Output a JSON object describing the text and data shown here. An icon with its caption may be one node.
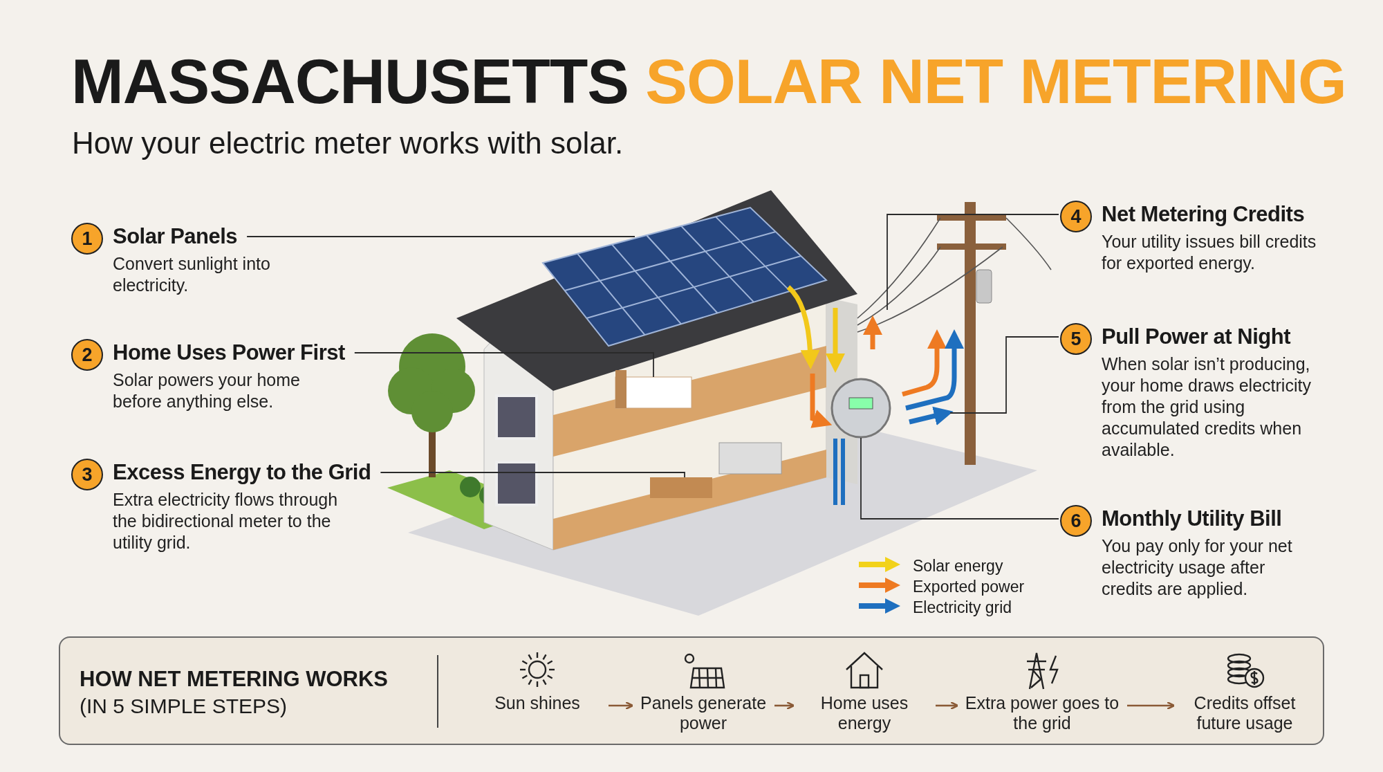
{
  "diagram": {
    "title": "MASSACHUSETTS SOLAR NET METERING",
    "caption": "How your electric meter works with solar.",
    "nodes": [
      {
        "text": [
          "1",
          "Solar Panels",
          "Convert sunlight into electricity."
        ]
      },
      {
        "text": [
          "2",
          "Home Uses Power First",
          "Solar powers your home before anything else."
        ]
      },
      {
        "text": [
          "3",
          "Excess Energy to the Grid",
          "Extra electricity flows through the bidirectional meter to the utility grid."
        ]
      },
      {
        "text": [
          "4",
          "Net Metering Credits",
          "Your utility issues bill credits for exported energy."
        ]
      },
      {
        "text": [
          "5",
          "Pull Power at Night",
          "When solar isn’t producing, your home draws electricity from the grid using accumulated credits when available."
        ]
      },
      {
        "text": [
          "6",
          "Monthly Utility Bill",
          "You pay only for your net electricity usage after credits are applied."
        ]
      },
      {
        "text": [
          "HOW NET METERING WORKS",
          "(IN 5 SIMPLE STEPS)"
        ]
      },
      {
        "text": [
          "Sun shines"
        ],
        "in": 6
      },
      {
        "text": [
          "Panels generate power"
        ],
        "in": 6
      },
      {
        "text": [
          "Home uses energy"
        ],
        "in": 6
      },
      {
        "text": [
          "Extra power goes to the grid"
        ],
        "in": 6
      },
      {
        "text": [
          "Credits offset future usage"
        ],
        "in": 6
      },
      {
        "text": [],
        "shape": "picture"
      },
      {
        "text": [],
        "shape": "picture"
      },
      {
        "text": [],
        "shape": "picture"
      },
      {
        "text": [],
        "shape": "picture"
      },
      {
        "text": [],
        "shape": "picture"
      },
      {
        "text": [],
        "shape": "picture"
      }
    ],
    "edges": [
      {
        "from": 0,
        "to": 12,
        "arrow": "none"
      },
      {
        "from": 1,
        "to": 13,
        "arrow": "none"
      },
      {
        "from": 2,
        "to": 14,
        "arrow": "none"
      },
      {
        "from": 3,
        "to": 15,
        "arrow": "none"
      },
      {
        "from": 4,
        "to": 16,
        "arrow": "none"
      },
      {
        "from": 5,
        "to": 17,
        "arrow": "none"
      },
      {
        "from": 7,
        "to": 8,
        "arrow": "to",
        "color": "#8a5a36"
      },
      {
        "from": 8,
        "to": 9,
        "arrow": "to",
        "color": "#8a5a36"
      },
      {
        "from": 9,
        "to": 10,
        "arrow": "to",
        "color": "#8a5a36"
      },
      {
        "from": 10,
        "to": 11,
        "arrow": "to",
        "color": "#8a5a36"
      }
    ],
    "legend": [
      {
        "text": "Solar energy",
        "color": "#f2d21a"
      },
      {
        "text": "Exported power",
        "color": "#ee7a22"
      },
      {
        "text": "Electricity grid",
        "color": "#1e6fbf"
      }
    ]
  }
}
